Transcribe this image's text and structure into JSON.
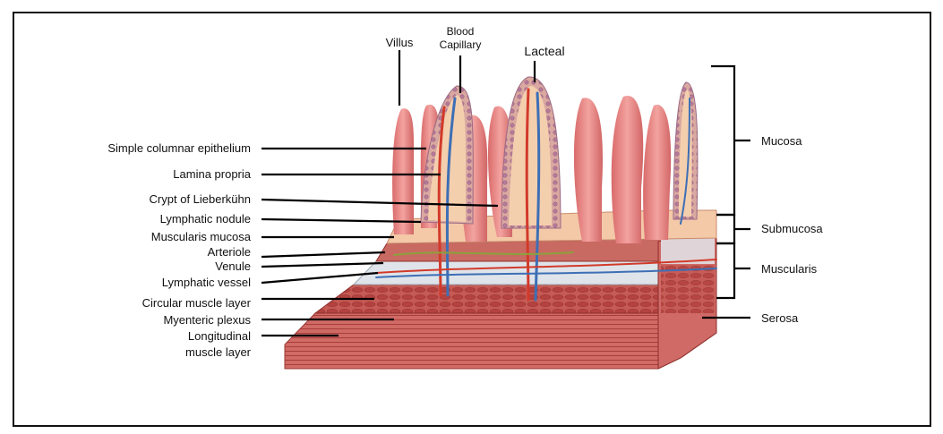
{
  "labels": {
    "villus": "Villus",
    "blood_capillary_line1": "Blood",
    "blood_capillary_line2": "Capillary",
    "lacteal": "Lacteal",
    "simple_columnar_epithelium": "Simple columnar epithelium",
    "lamina_propria": "Lamina propria",
    "crypt_of_lieberkuhn": "Crypt of Lieberkühn",
    "lymphatic_nodule": "Lymphatic nodule",
    "muscularis_mucosa": "Muscularis mucosa",
    "arteriole": "Arteriole",
    "venule": "Venule",
    "lymphatic_vessel": "Lymphatic vessel",
    "circular_muscle_layer": "Circular muscle layer",
    "myenteric_plexus": "Myenteric plexus",
    "longitudinal_line1": "Longitudinal",
    "longitudinal_line2": "muscle layer",
    "mucosa": "Mucosa",
    "submucosa": "Submucosa",
    "muscularis": "Muscularis",
    "serosa": "Serosa"
  },
  "colors": {
    "villus": "#e88a8a",
    "epithelium": "#c98c86",
    "lamina": "#f2c6a6",
    "muscle": "#c8514e",
    "submucosa": "#dfe4ea",
    "artery": "#d23a2a",
    "vein": "#3d6fb5",
    "lymph": "#8aa13c"
  }
}
